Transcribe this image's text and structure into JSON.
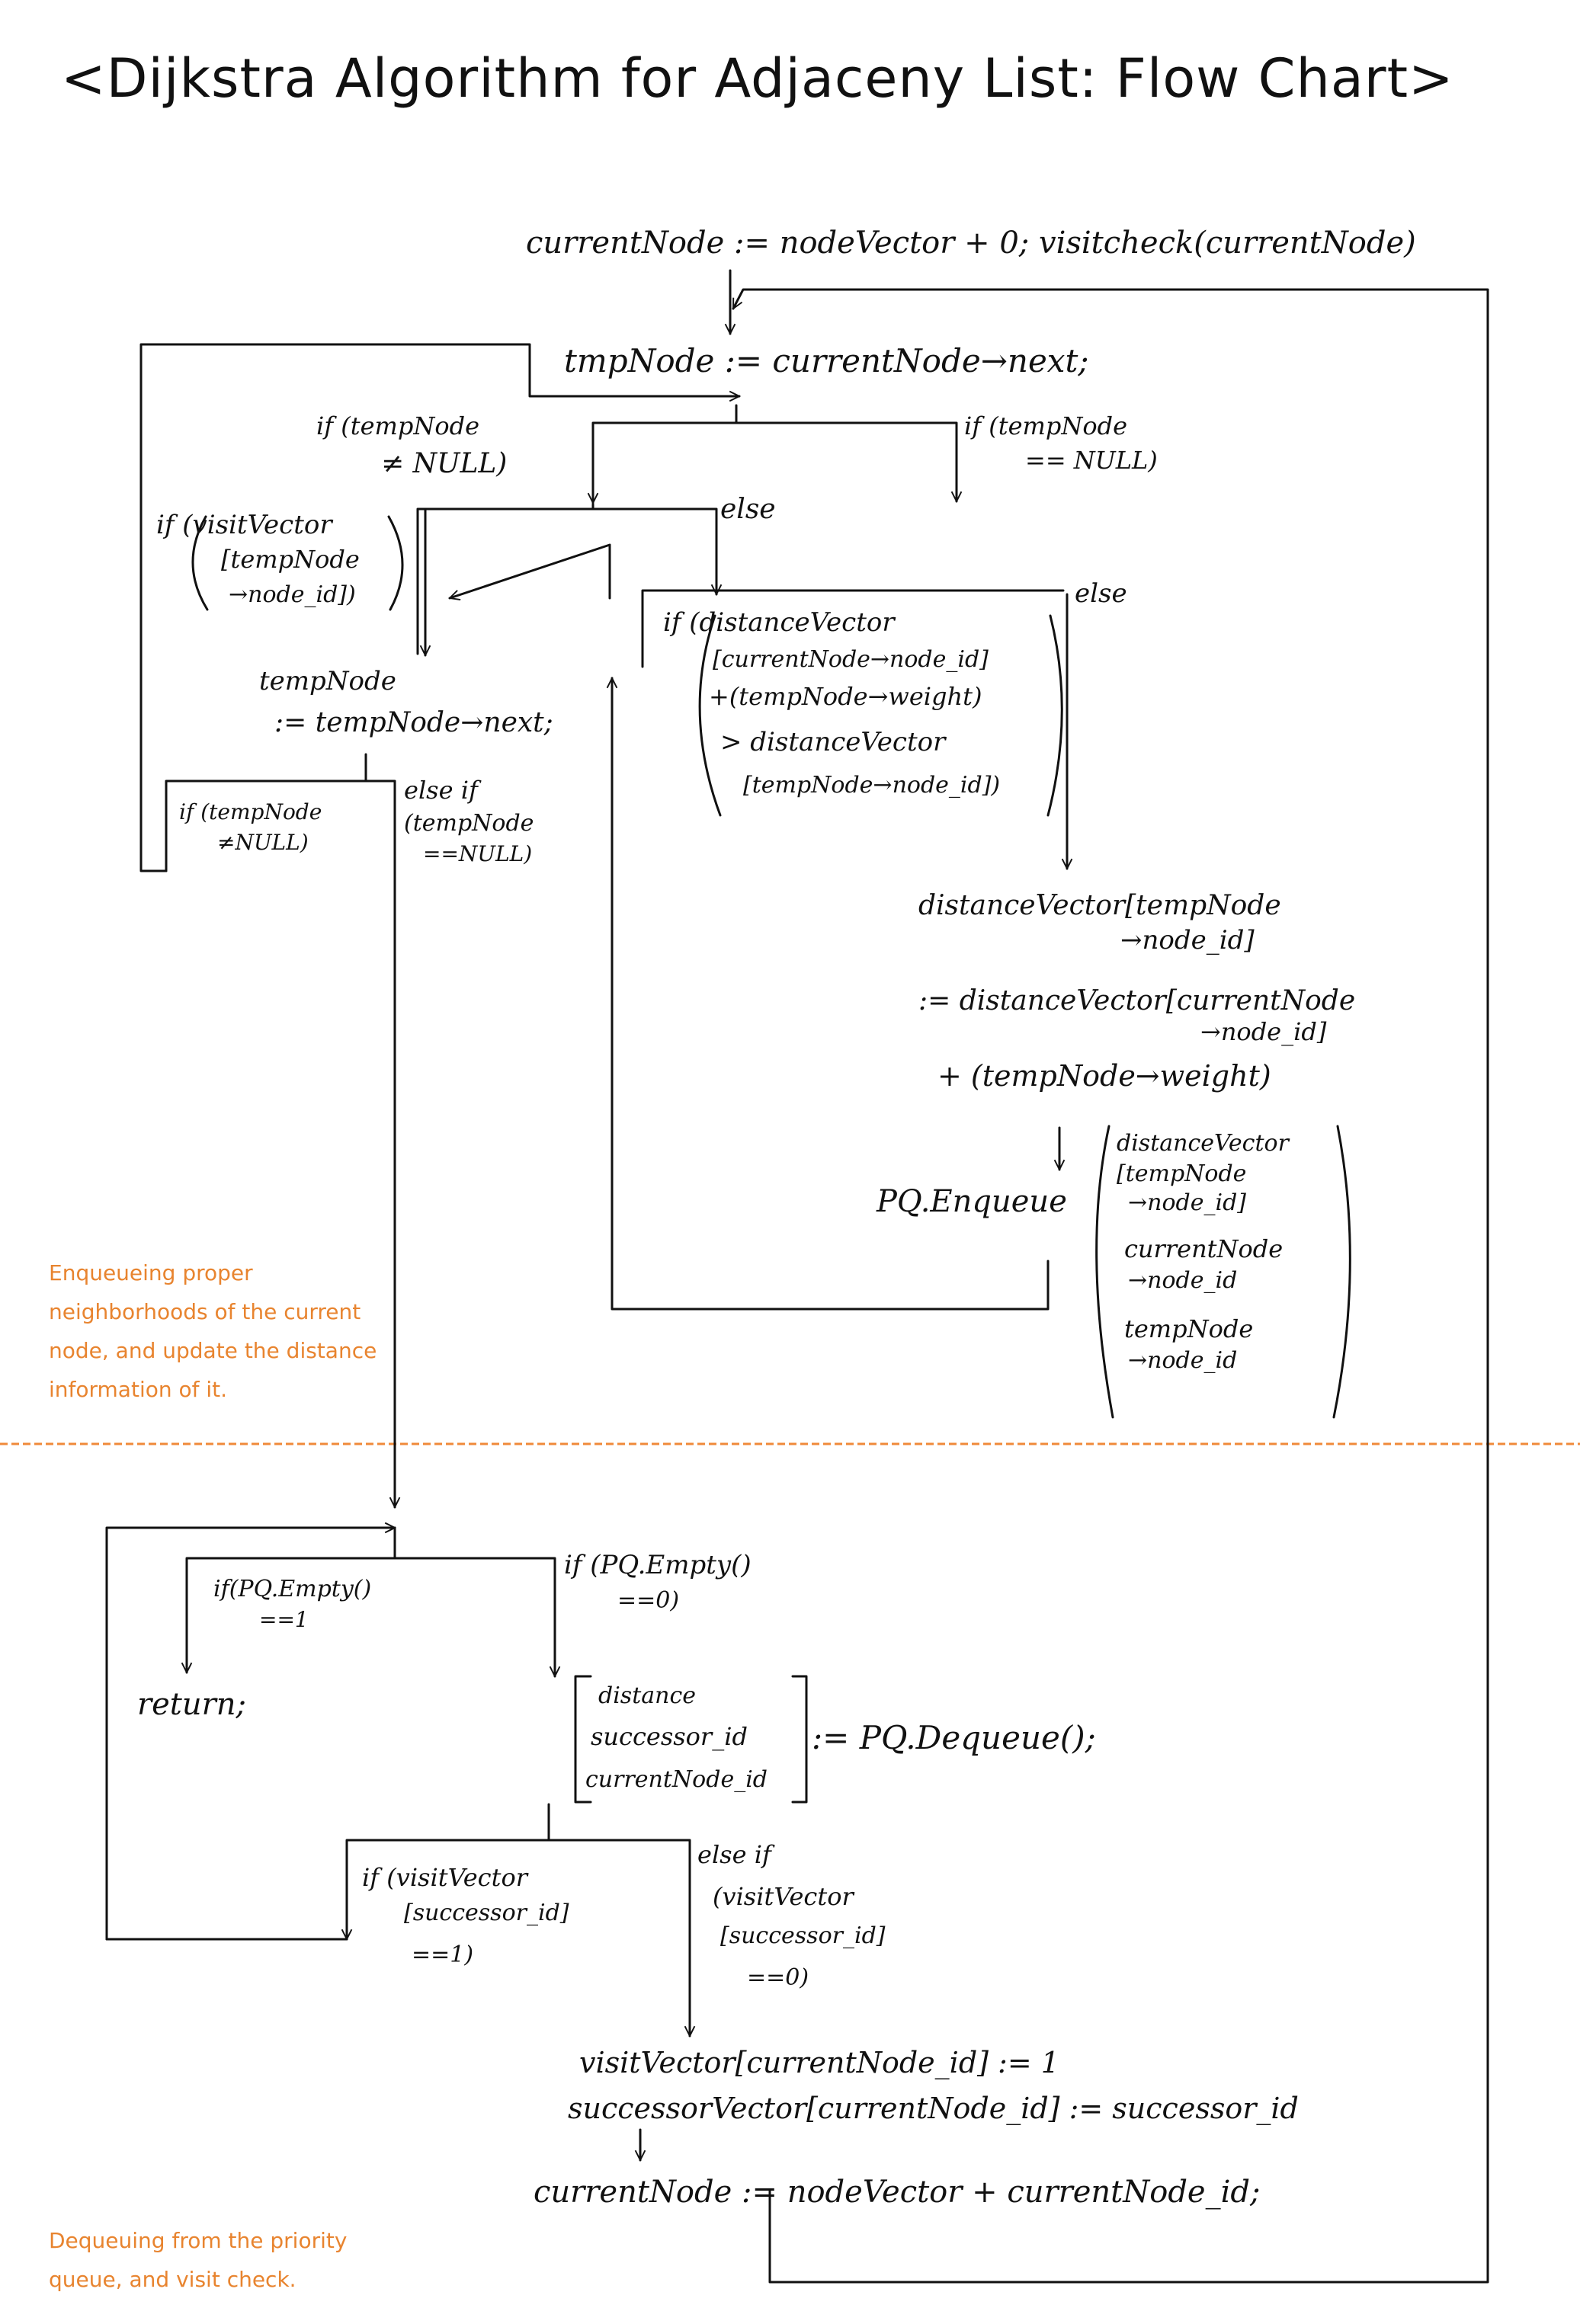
{
  "title": "<Dijkstra Algorithm for Adjaceny List: Flow Chart>",
  "annotations": {
    "enqueue": "Enqueueing proper neighborhoods of the current node, and update the distance information of it.",
    "dequeue": "Dequeuing from the priority queue, and visit check."
  },
  "colors": {
    "ink": "#111111",
    "annotation": "#e8842f",
    "divider": "#f08a3a"
  },
  "nodes": {
    "init": "currentNode := nodeVector + 0;  visitcheck(currentNode)",
    "tmp_assign": "tmpNode := currentNode→next;",
    "cond_temp_not_null": [
      "if (tempNode",
      "≠ NULL)"
    ],
    "cond_temp_null": [
      "if (tempNode",
      "== NULL)"
    ],
    "else_1": "else",
    "cond_visit": [
      "if (visitVector",
      "[tempNode",
      "→node_id])"
    ],
    "advance": [
      "tempNode",
      ":= tempNode→next;"
    ],
    "cond_dist": [
      "if (distanceVector",
      "[currentNode→node_id]",
      "+(tempNode→weight)",
      "> distanceVector",
      "[tempNode→node_id])"
    ],
    "else_2": "else",
    "cond_temp_not_null_2": [
      "if (tempNode",
      "≠NULL)"
    ],
    "else_if_null": [
      "else if",
      "(tempNode",
      "==NULL)"
    ],
    "dist_update": [
      "distanceVector[tempNode",
      "→node_id]",
      ":= distanceVector[currentNode",
      "→node_id]",
      "+ (tempNode→weight)"
    ],
    "enqueue": "PQ.Enqueue",
    "enqueue_args": [
      "distanceVector",
      "[tempNode",
      "→node_id]",
      "currentNode",
      "→node_id",
      "tempNode",
      "→node_id"
    ],
    "cond_empty_1": [
      "if(PQ.Empty()",
      "==1"
    ],
    "cond_empty_0": [
      "if (PQ.Empty()",
      "==0)"
    ],
    "return": "return;",
    "dequeue_targets": [
      "distance",
      "successor_id",
      "currentNode_id"
    ],
    "dequeue_call": ":= PQ.Dequeue();",
    "cond_visit_succ_1": [
      "if (visitVector",
      "[successor_id]",
      "==1)"
    ],
    "cond_visit_succ_0": [
      "else if",
      "(visitVector",
      "[successor_id]",
      "==0)"
    ],
    "visit_set": "visitVector[currentNode_id] := 1",
    "successor_set": "successorVector[currentNode_id] := successor_id",
    "current_update": "currentNode := nodeVector + currentNode_id;"
  }
}
